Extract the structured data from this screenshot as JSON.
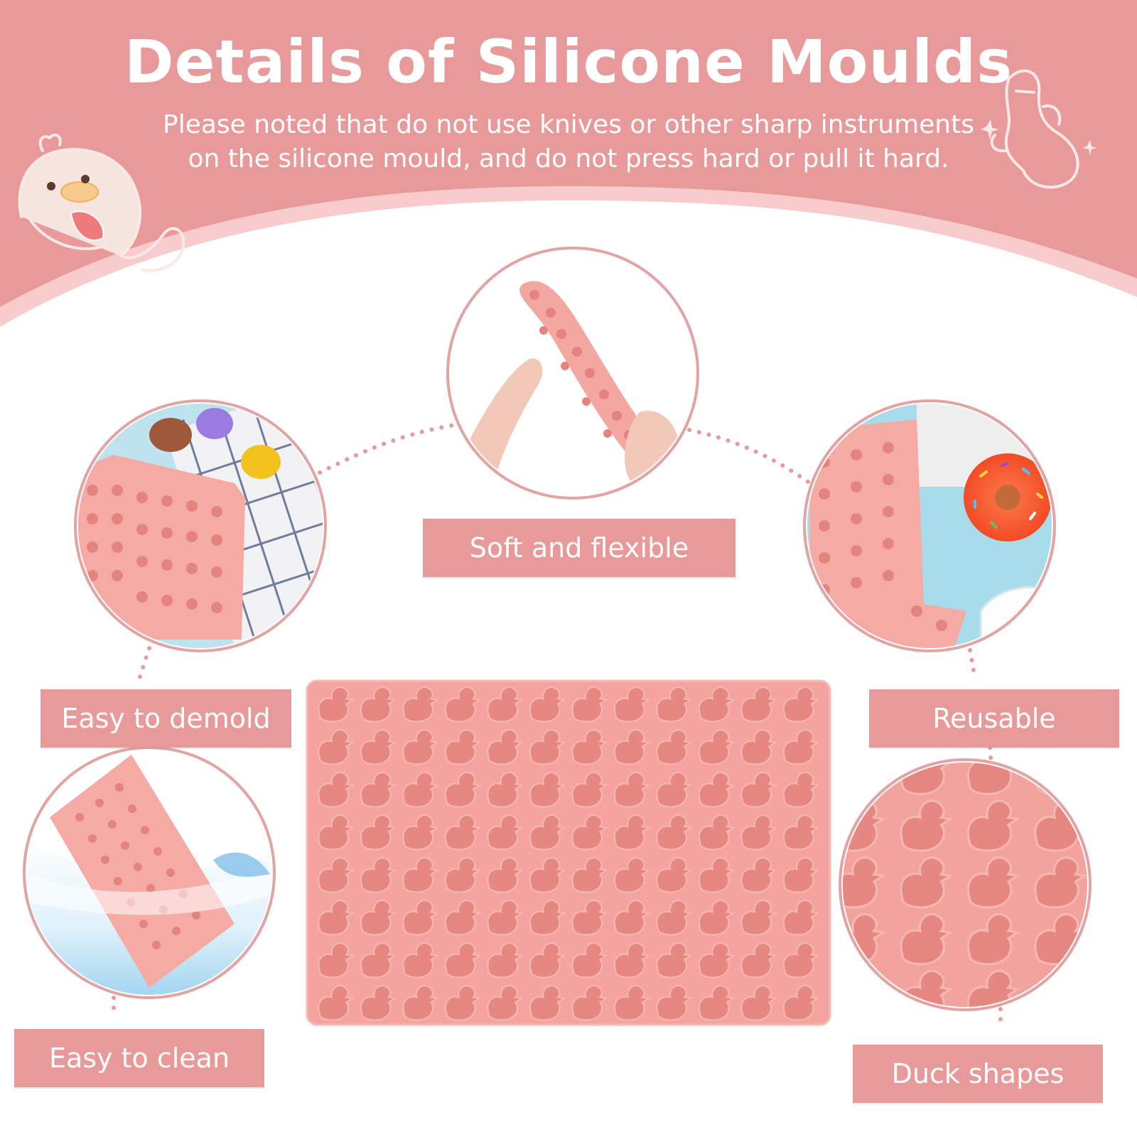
{
  "header": {
    "title": "Details of Silicone Moulds",
    "subtitle_line1": "Please noted that do not use knives or other sharp instruments",
    "subtitle_line2": "on the silicone mould, and do not press hard or pull it hard."
  },
  "features": [
    {
      "label": "Soft and flexible",
      "icon": "hands-bending-mould"
    },
    {
      "label": "Easy to demold",
      "icon": "macarons-on-mould"
    },
    {
      "label": "Reusable",
      "icon": "donut-on-mould"
    },
    {
      "label": "Easy to clean",
      "icon": "mould-in-water"
    },
    {
      "label": "Duck shapes",
      "icon": "duck-cavities-closeup"
    }
  ],
  "colors": {
    "banner": "#e89a9a",
    "banner_edge": "#f6c9c9",
    "mould": "#f2a39e",
    "cavity": "#e98b86",
    "label_bg": "#e89a9a",
    "text": "#ffffff"
  }
}
